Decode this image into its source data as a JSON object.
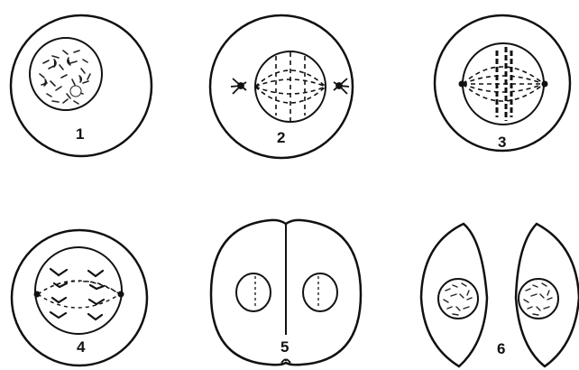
{
  "figure": {
    "stages": [
      {
        "label": "1",
        "icon": "interphase-nucleus-icon"
      },
      {
        "label": "2",
        "icon": "prophase-spindle-icon"
      },
      {
        "label": "3",
        "icon": "metaphase-spindle-icon"
      },
      {
        "label": "4",
        "icon": "anaphase-chromosomes-icon"
      },
      {
        "label": "5",
        "icon": "telophase-division-icon"
      },
      {
        "label": "6",
        "icon": "daughter-cells-icon"
      }
    ]
  }
}
